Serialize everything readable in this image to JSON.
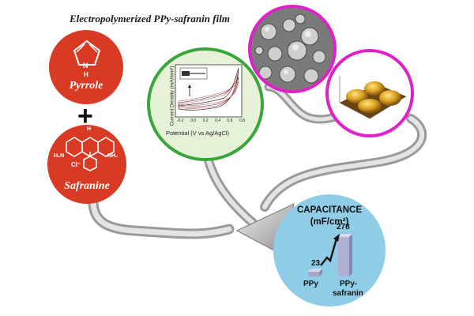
{
  "title": "Electropolymerized PPy-safranin film",
  "molecules": {
    "pyrrole": {
      "label": "Pyrrole",
      "atom_h": "H",
      "atom_n": "N"
    },
    "plus": "+",
    "safranine": {
      "label": "Safranine",
      "nh2_left": "H₂N",
      "nh2_right": "NH₂",
      "cl": "Cl⁻",
      "n_plus": "N⁺",
      "h_top": "H",
      "n_top": "N"
    }
  },
  "cv_plot": {
    "ylabel": "Current Density (mA/mm²)",
    "xlabel": "Potential (V vs Ag/AgCl)",
    "ticks": [
      "-0.2",
      "0.0",
      "0.2",
      "0.4",
      "0.6",
      "0.8"
    ]
  },
  "capacitance": {
    "title_line1": "CAPACITANCE",
    "title_line2": "(mF/cm²)",
    "ppy_value": "23",
    "ppy_safranin_value": "278",
    "ppy_label": "PPy",
    "ppy_safranin_label_1": "PPy-",
    "ppy_safranin_label_2": "safranin"
  },
  "colors": {
    "molecule_red": "#d93a24",
    "cv_border": "#3aa63a",
    "sem_border": "#e020c8",
    "cap_circle": "#8fcde6",
    "tube": "#b8b8b8"
  }
}
